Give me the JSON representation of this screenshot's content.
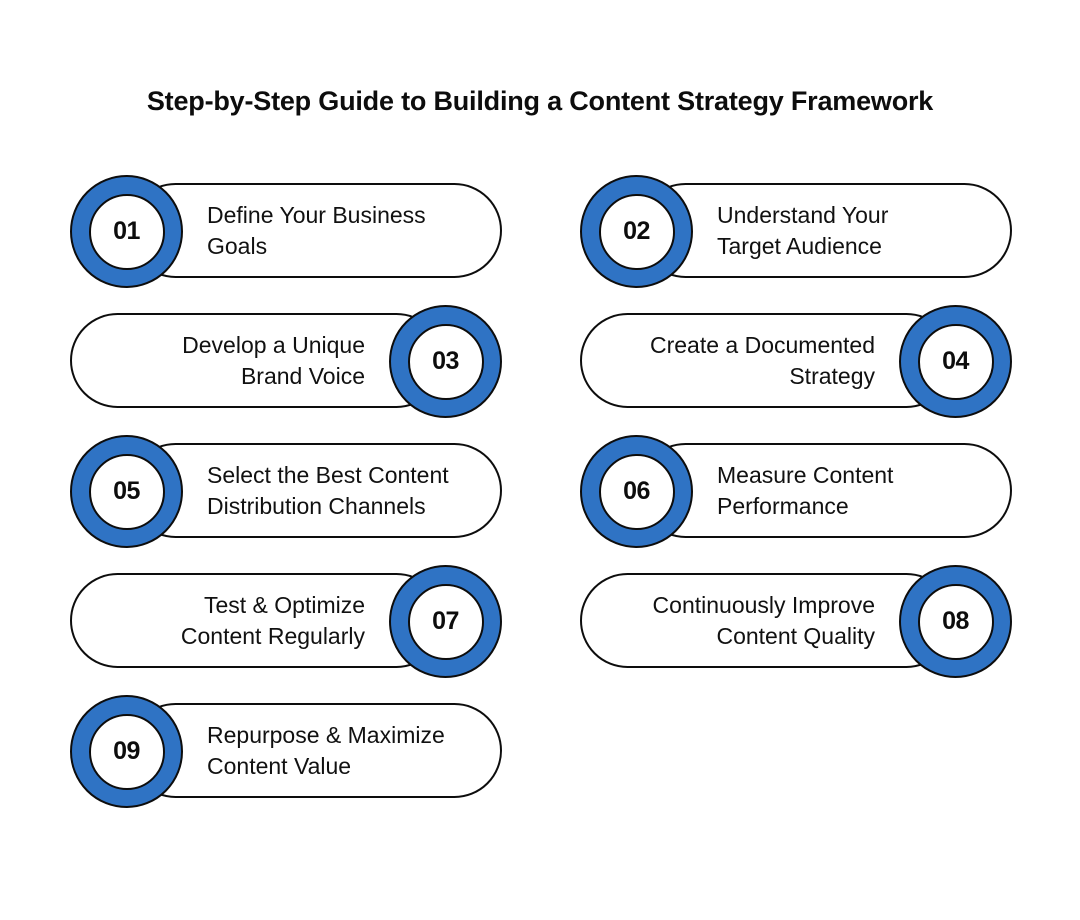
{
  "header": {
    "title": "Step-by-Step Guide to Building a Content Strategy Framework"
  },
  "theme": {
    "accent_blue": "#2F73C4",
    "outline_black": "#0D0D0D",
    "background": "#FFFFFF",
    "text_color": "#111111"
  },
  "steps": [
    {
      "number": "01",
      "label": "Define Your Business\nGoals",
      "badge_side": "left",
      "column": "left",
      "row": 1
    },
    {
      "number": "02",
      "label": "Understand Your\nTarget Audience",
      "badge_side": "left",
      "column": "right",
      "row": 1
    },
    {
      "number": "03",
      "label": "Develop a Unique\nBrand Voice",
      "badge_side": "right",
      "column": "left",
      "row": 2
    },
    {
      "number": "04",
      "label": "Create a Documented\nStrategy",
      "badge_side": "right",
      "column": "right",
      "row": 2
    },
    {
      "number": "05",
      "label": "Select the Best Content\nDistribution Channels",
      "badge_side": "left",
      "column": "left",
      "row": 3
    },
    {
      "number": "06",
      "label": "Measure Content\nPerformance",
      "badge_side": "left",
      "column": "right",
      "row": 3
    },
    {
      "number": "07",
      "label": "Test & Optimize\nContent Regularly",
      "badge_side": "right",
      "column": "left",
      "row": 4
    },
    {
      "number": "08",
      "label": "Continuously Improve\nContent Quality",
      "badge_side": "right",
      "column": "right",
      "row": 4
    },
    {
      "number": "09",
      "label": "Repurpose & Maximize\nContent Value",
      "badge_side": "left",
      "column": "left",
      "row": 5
    }
  ]
}
